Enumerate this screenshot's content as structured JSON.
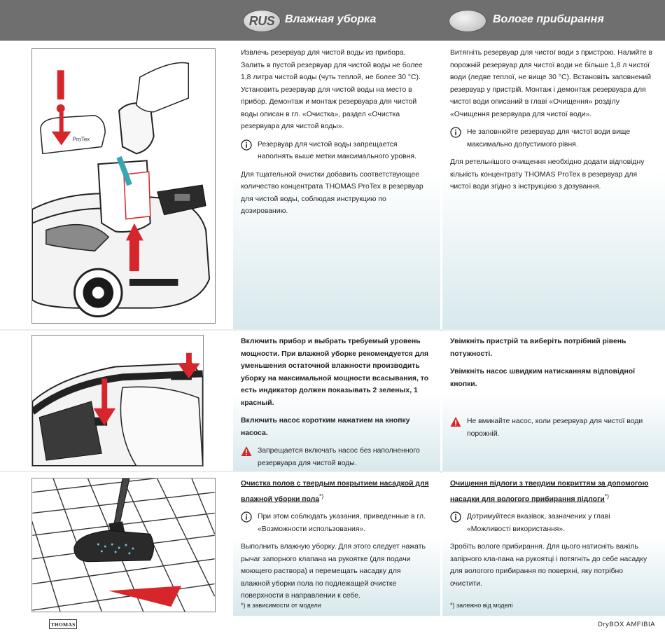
{
  "header": {
    "rus_badge": "RUS",
    "rus_title": "Влажная уборка",
    "ukr_title": "Вологе прибирання"
  },
  "section1": {
    "rus": {
      "p1": "Извлечь резервуар для чистой воды из прибора. Залить в пустой резервуар для чистой воды не более 1,8 литра чистой воды (чуть теплой, не более 30 °C). Установить резервуар для чистой воды на место в прибор. Демонтаж и монтаж резервуара для чистой воды описан в гл. «Очистка», раздел «Очистка резервуара для чистой воды».",
      "note": "Резервуар для чистой воды запрещается наполнять выше метки максимального уровня.",
      "p2": "Для тщательной очистки добавить соответствующее количество концентрата THOMAS ProTex в резервуар для чистой воды, соблюдая инструкцию по дозированию."
    },
    "ukr": {
      "p1": "Витягніть резервуар для чистої води з пристрою. Налийте в порожній резервуар для чистої води не більше 1,8 л чистої води (ледве теплої, не вище 30 °C). Встановіть заповнений резервуар у пристрій. Монтаж і демонтаж резервуара для чистої води описаний в главі «Очищення» розділу «Очищення резервуара для чистої води».",
      "note": "Не заповнюйте резервуар для чистої води вище максимально допустимого рівня.",
      "p2": "Для ретельнішого очищення необхідно додати відповідну кількість концентрату THOMAS ProTex в резервуар для чистої води згідно з інструкцією з дозування."
    },
    "bottle_label": "ProTex"
  },
  "section2": {
    "rus": {
      "p1": "Включить прибор и выбрать требуемый уровень мощности. При влажной уборке рекомендуется для уменьшения остаточной влажности производить уборку на максимальной мощности всасывания, то есть индикатор должен показывать 2 зеленых, 1 красный.",
      "p2": "Включить насос коротким нажатием на кнопку насоса.",
      "warn": "Запрещается включать насос без наполненного резервуара для чистой воды."
    },
    "ukr": {
      "p1": "Увімкніть пристрій та виберіть потрібний рівень потужності.",
      "p2": "Увімкніть насос швидким натисканням відповідної кнопки.",
      "warn": "Не вмикайте насос, коли резервуар для чистої води порожній."
    }
  },
  "section3": {
    "rus": {
      "heading": "Очистка полов с твердым покрытием насадкой для влажной уборки пола",
      "heading_mark": "*)",
      "note": "При этом соблюдать указания, приведенные в гл. «Возможности использования».",
      "p1": "Выполнить влажную уборку. Для этого следует нажать рычаг запорного клапана на рукоятке (для подачи моющего раствора) и перемещать насадку для влажной уборки пола по подлежащей очистке поверхности в направлении к себе.",
      "footnote": "*) в зависимости от модели"
    },
    "ukr": {
      "heading": "Очищення підлоги з твердим покриттям за допомогою насадки для вологого прибирання підлоги",
      "heading_mark": "*)",
      "note": "Дотримуйтеся вказівок, зазначених у главі «Можливості використання».",
      "p1": "Зробіть вологе прибирання. Для цього натисніть важіль запірного кла-пана на рукоятці і потягніть до себе насадку для вологого прибирання по поверхні, яку потрібно очистити.",
      "footnote": "*) залежно від моделі"
    }
  },
  "footer": {
    "logo": "THOMAS",
    "model": "DryBOX AMFIBIA"
  },
  "colors": {
    "header_bg": "#6f6f6f",
    "accent_red": "#d7262b",
    "panel_tint": "#d7e8ec"
  }
}
